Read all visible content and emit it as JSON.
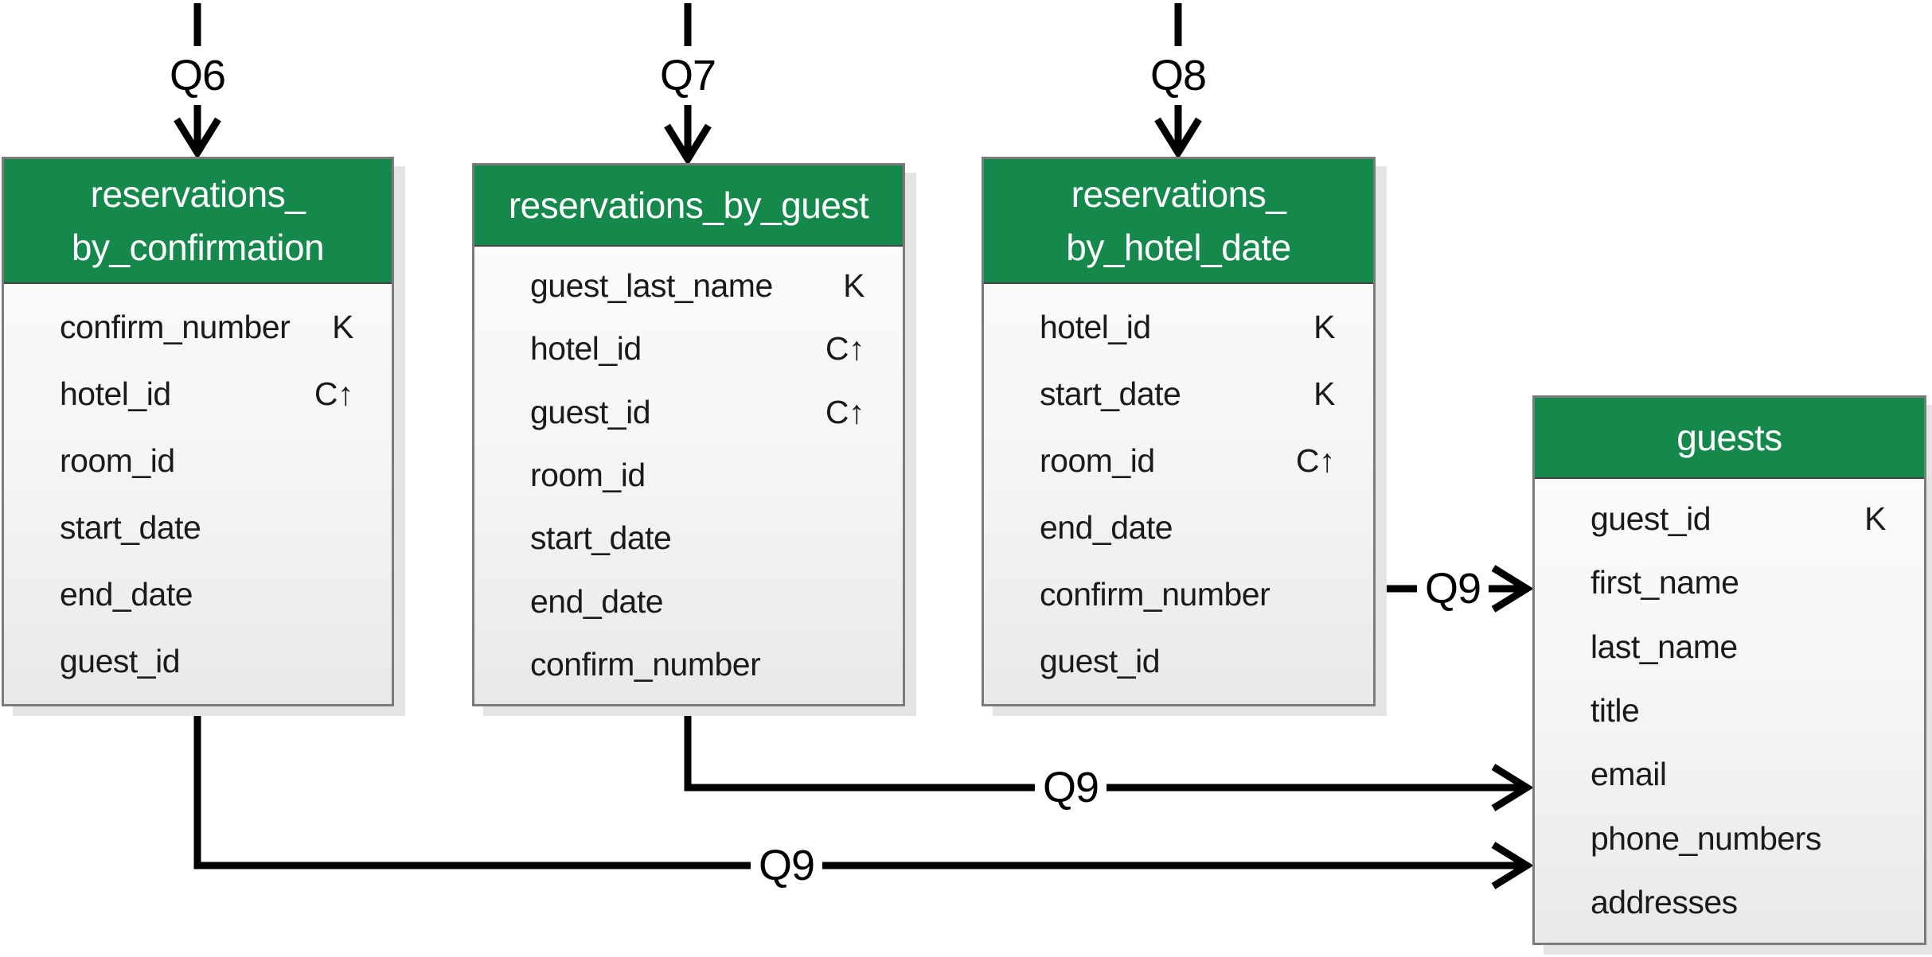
{
  "diagram": {
    "kind": "cassandra-logical-data-model",
    "colors": {
      "header_green": "#15894B",
      "header_text": "#ffffff",
      "connector": "#000000",
      "field_text": "#1a1a1a"
    },
    "tables": [
      {
        "title": "reservations_\nby_confirmation",
        "fields": [
          {
            "name": "confirm_number",
            "key": "K"
          },
          {
            "name": "hotel_id",
            "key": "C↑"
          },
          {
            "name": "room_id",
            "key": ""
          },
          {
            "name": "start_date",
            "key": ""
          },
          {
            "name": "end_date",
            "key": ""
          },
          {
            "name": "guest_id",
            "key": ""
          }
        ]
      },
      {
        "title": "reservations_by_guest",
        "fields": [
          {
            "name": "guest_last_name",
            "key": "K"
          },
          {
            "name": "hotel_id",
            "key": "C↑"
          },
          {
            "name": "guest_id",
            "key": "C↑"
          },
          {
            "name": "room_id",
            "key": ""
          },
          {
            "name": "start_date",
            "key": ""
          },
          {
            "name": "end_date",
            "key": ""
          },
          {
            "name": "confirm_number",
            "key": ""
          }
        ]
      },
      {
        "title": "reservations_\nby_hotel_date",
        "fields": [
          {
            "name": "hotel_id",
            "key": "K"
          },
          {
            "name": "start_date",
            "key": "K"
          },
          {
            "name": "room_id",
            "key": "C↑"
          },
          {
            "name": "end_date",
            "key": ""
          },
          {
            "name": "confirm_number",
            "key": ""
          },
          {
            "name": "guest_id",
            "key": ""
          }
        ]
      },
      {
        "title": "guests",
        "fields": [
          {
            "name": "guest_id",
            "key": "K"
          },
          {
            "name": "first_name",
            "key": ""
          },
          {
            "name": "last_name",
            "key": ""
          },
          {
            "name": "title",
            "key": ""
          },
          {
            "name": "email",
            "key": ""
          },
          {
            "name": "phone_numbers",
            "key": ""
          },
          {
            "name": "addresses",
            "key": ""
          }
        ]
      }
    ],
    "query_labels": {
      "q6": "Q6",
      "q7": "Q7",
      "q8": "Q8",
      "q9_from_hotel_date": "Q9",
      "q9_from_guest": "Q9",
      "q9_from_confirmation": "Q9"
    }
  }
}
